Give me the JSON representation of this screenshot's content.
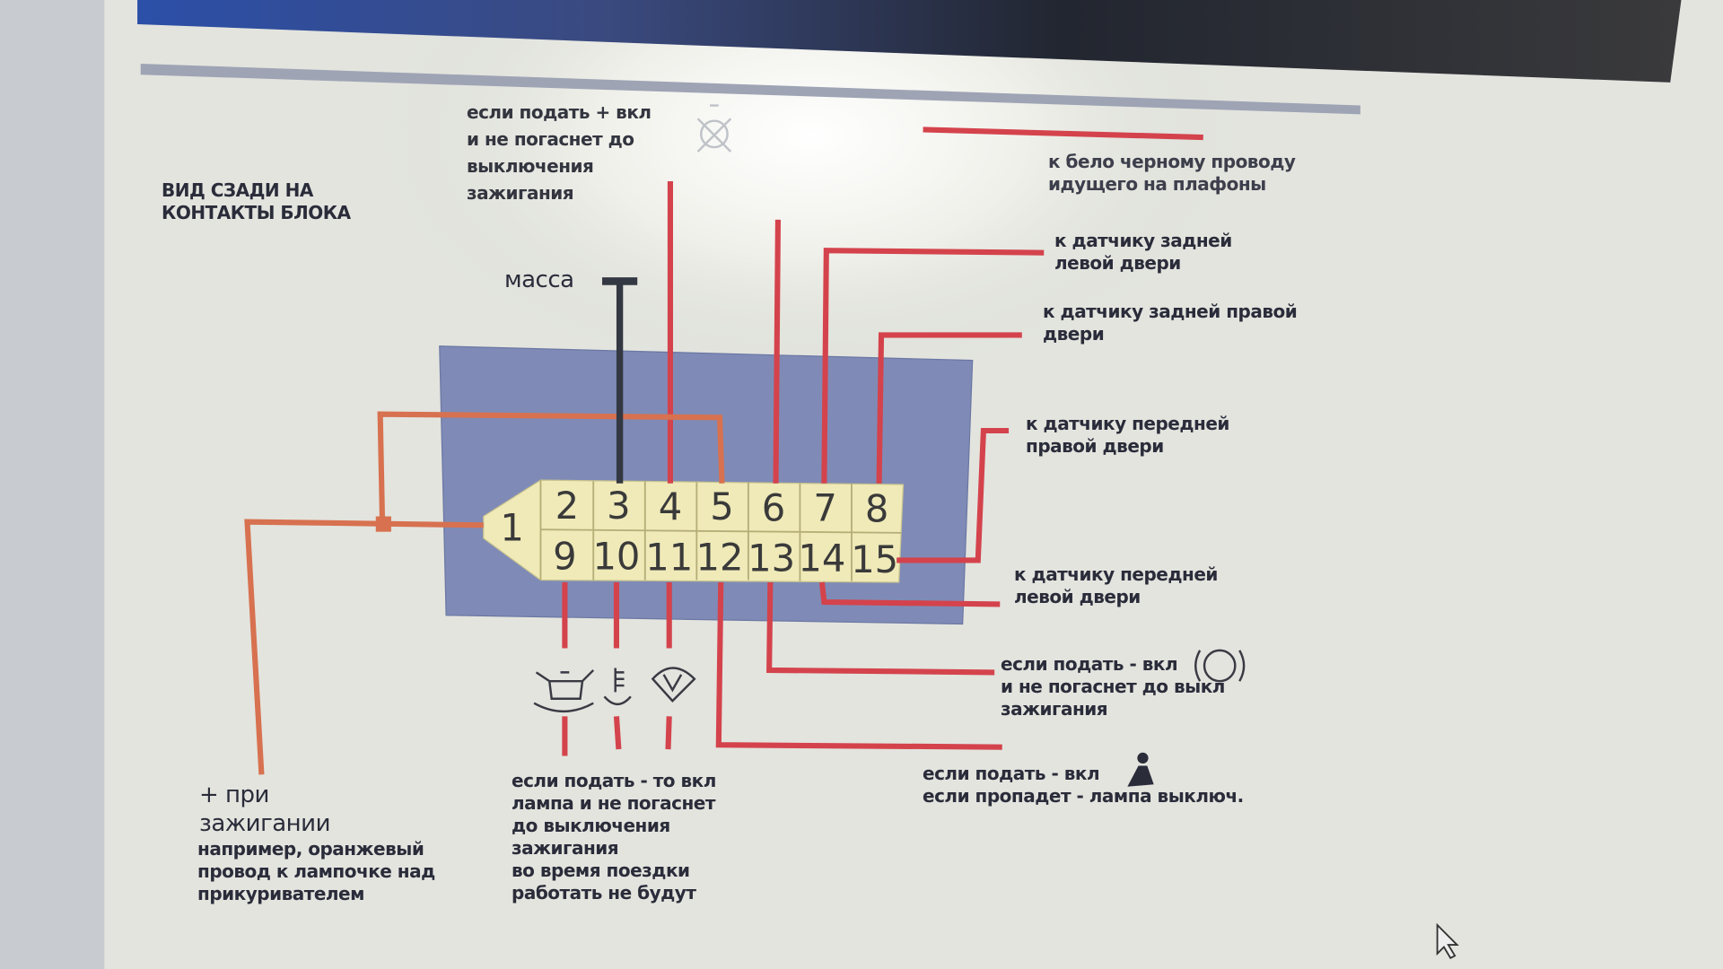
{
  "diagram": {
    "title": "ВИД СЗАДИ НА\nКОНТАКТЫ БЛОКА",
    "ground_label": "масса",
    "pins_top": [
      "2",
      "3",
      "4",
      "5",
      "6",
      "7",
      "8"
    ],
    "pins_bottom": [
      "9",
      "10",
      "11",
      "12",
      "13",
      "14",
      "15"
    ],
    "pin_1": "1",
    "labels": {
      "pin4": "если подать + вкл\nи не погаснет до\nвыключения\nзажигания",
      "pin6": "к бело черному проводу\nидущего на плафоны",
      "pin7": "к датчику задней\nлевой двери",
      "pin8": "к датчику задней правой\nдвери",
      "pin15": "к датчику передней\nправой двери",
      "pin14": "к датчику передней\nлевой двери",
      "pin13": "если подать - вкл\nи не погаснет до выкл\nзажигания",
      "pin12": "если подать - вкл\nесли пропадет - лампа выключ.",
      "pin1_main": "+ при\nзажигании",
      "pin1_note": "например, оранжевый\nпровод к лампочке над\nприкуривателем",
      "pins9_11": "если подать - то вкл\nлампа и не погаснет\nдо выключения\nзажигания\nво время поездки\nработать не будут"
    },
    "colors": {
      "wire": "#d4434c",
      "orange_wire": "#d7714f",
      "block": "#7f8bb6",
      "connector": "#efeab8",
      "ground": "#333842"
    }
  }
}
